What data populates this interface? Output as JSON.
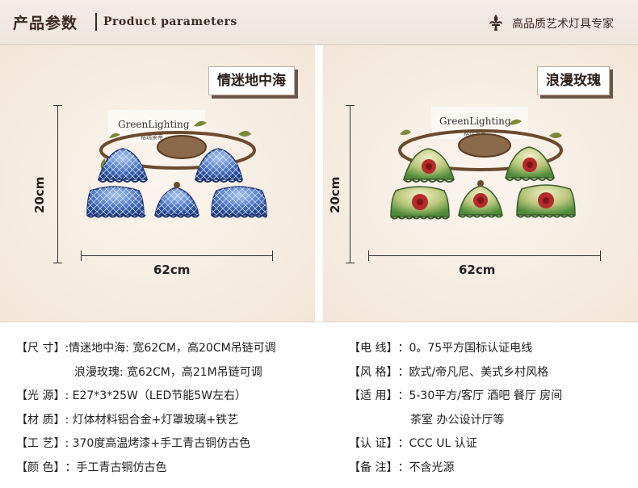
{
  "header": {
    "cn_title": "产品参数",
    "en_title": "Product parameters",
    "brand_text": "高品质艺术灯具专家",
    "brand_icon": "fleur-de-lis-icon"
  },
  "panels": {
    "left": {
      "tag": "情迷地中海",
      "height_label": "20cm",
      "width_label": "62cm",
      "watermark": "GreenLighting",
      "watermark_sub": "格瑞莱蒂",
      "shade_color": "#3a63b8",
      "shade_color_light": "#8fb3e8"
    },
    "right": {
      "tag": "浪漫玫瑰",
      "height_label": "20cm",
      "width_label": "62cm",
      "watermark": "GreenLighting",
      "watermark_sub": "格瑞莱蒂",
      "shade_color": "#4f8a3a",
      "rose_color": "#b52a2a"
    }
  },
  "specs": {
    "left": [
      {
        "k": "【尺 寸】",
        "v": ":情迷地中海: 宽62CM，高20CM吊链可调"
      },
      {
        "k": "",
        "v": "浪漫玫瑰: 宽62CM，高21M吊链可调",
        "cont": true
      },
      {
        "k": "【光 源】",
        "v": ": E27*3*25W（LED节能5W左右）"
      },
      {
        "k": "【材 质】",
        "v": ": 灯体材料铝合金+灯罩玻璃+铁艺"
      },
      {
        "k": "【工 艺】",
        "v": ": 370度高温烤漆+手工青古铜仿古色"
      },
      {
        "k": "【颜 色】",
        "v": "：手工青古铜仿古色"
      }
    ],
    "right": [
      {
        "k": "【电 线】",
        "v": "：0。75平方国标认证电线"
      },
      {
        "k": "【风 格】",
        "v": "：欧式/帝凡尼、美式乡村风格"
      },
      {
        "k": "【适 用】",
        "v": "：5-30平方/客厅 酒吧 餐厅 房间"
      },
      {
        "k": "",
        "v": "茶室 办公设计厅等",
        "cont": true
      },
      {
        "k": "【认 证】",
        "v": "：CCC  UL 认证"
      },
      {
        "k": "【备 注】",
        "v": "：不含光源"
      }
    ]
  },
  "colors": {
    "header_text": "#3b2a22",
    "tag_shadow": "#6a5648",
    "frame_bronze": "#6b4a2e",
    "leaf_green": "#7a8a3a"
  }
}
